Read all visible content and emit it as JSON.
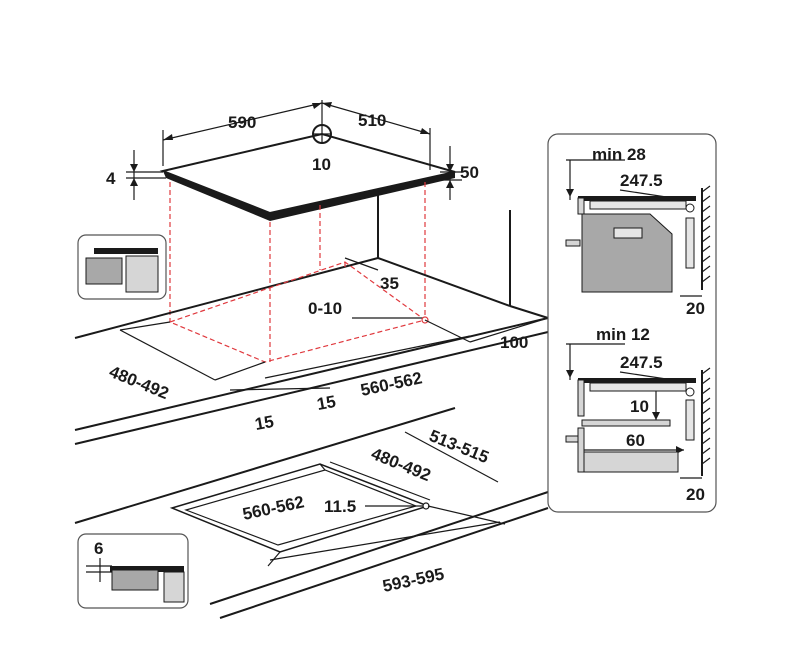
{
  "colors": {
    "cut_outline": "#e0393e",
    "line": "#1a1a1a",
    "panel_grey": "#a8a8a8",
    "panel_light": "#d6d6d6"
  },
  "top_hob": {
    "width": "590",
    "depth": "510",
    "thickness": "4",
    "height": "50",
    "clearance": "10"
  },
  "counter_cut": {
    "cut_depth": "480-492",
    "offset_front_a": "15",
    "offset_front_b": "15",
    "cut_width": "560-562",
    "back_gap": "35",
    "side_gap": "0-10",
    "rear_edge": "100"
  },
  "flush_cut": {
    "outer_depth": "513-515",
    "inner_depth": "480-492",
    "inner_width": "560-562",
    "step": "11.5",
    "outer_width": "593-595"
  },
  "flush_detail": {
    "recess": "6"
  },
  "side_panel": {
    "top": {
      "min": "min 28",
      "gap": "247.5",
      "wall": "20"
    },
    "bottom": {
      "min": "min 12",
      "gap": "247.5",
      "spacer": "10",
      "depth": "60",
      "wall": "20"
    }
  }
}
